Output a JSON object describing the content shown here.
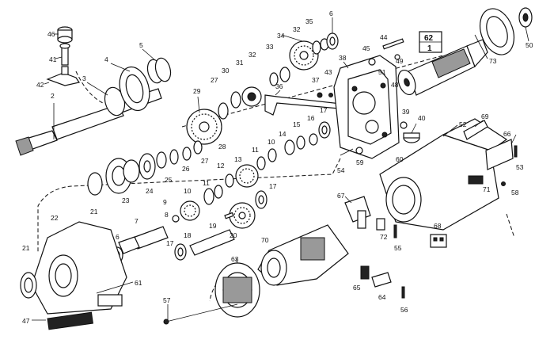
{
  "ref_box": {
    "top": "62",
    "bottom": "1"
  },
  "callouts": [
    {
      "id": "c46",
      "text": "46"
    },
    {
      "id": "c41",
      "text": "41"
    },
    {
      "id": "c42",
      "text": "42"
    },
    {
      "id": "c3",
      "text": "3"
    },
    {
      "id": "c2",
      "text": "2"
    },
    {
      "id": "c4",
      "text": "4"
    },
    {
      "id": "c5",
      "text": "5"
    },
    {
      "id": "c29",
      "text": "29"
    },
    {
      "id": "c27a",
      "text": "27"
    },
    {
      "id": "c30",
      "text": "30"
    },
    {
      "id": "c31",
      "text": "31"
    },
    {
      "id": "c32a",
      "text": "32"
    },
    {
      "id": "c33",
      "text": "33"
    },
    {
      "id": "c34",
      "text": "34"
    },
    {
      "id": "c32b",
      "text": "32"
    },
    {
      "id": "c35",
      "text": "35"
    },
    {
      "id": "c6a",
      "text": "6"
    },
    {
      "id": "c38",
      "text": "38"
    },
    {
      "id": "c36",
      "text": "36"
    },
    {
      "id": "c37",
      "text": "37"
    },
    {
      "id": "c44",
      "text": "44"
    },
    {
      "id": "c45",
      "text": "45"
    },
    {
      "id": "c49",
      "text": "49"
    },
    {
      "id": "c51",
      "text": "51"
    },
    {
      "id": "c48",
      "text": "48"
    },
    {
      "id": "c43",
      "text": "43"
    },
    {
      "id": "c73",
      "text": "73"
    },
    {
      "id": "c50",
      "text": "50"
    },
    {
      "id": "c39",
      "text": "39"
    },
    {
      "id": "c40",
      "text": "40"
    },
    {
      "id": "c17a",
      "text": "17"
    },
    {
      "id": "c16",
      "text": "16"
    },
    {
      "id": "c15",
      "text": "15"
    },
    {
      "id": "c14",
      "text": "14"
    },
    {
      "id": "c10a",
      "text": "10"
    },
    {
      "id": "c11a",
      "text": "11"
    },
    {
      "id": "c12",
      "text": "12"
    },
    {
      "id": "c13",
      "text": "13"
    },
    {
      "id": "c28",
      "text": "28"
    },
    {
      "id": "c27b",
      "text": "27"
    },
    {
      "id": "c26",
      "text": "26"
    },
    {
      "id": "c25",
      "text": "25"
    },
    {
      "id": "c24",
      "text": "24"
    },
    {
      "id": "c23",
      "text": "23"
    },
    {
      "id": "c21a",
      "text": "21"
    },
    {
      "id": "c22",
      "text": "22"
    },
    {
      "id": "c10b",
      "text": "10"
    },
    {
      "id": "c11b",
      "text": "11"
    },
    {
      "id": "c9",
      "text": "9"
    },
    {
      "id": "c17b",
      "text": "17"
    },
    {
      "id": "c8",
      "text": "8"
    },
    {
      "id": "c7",
      "text": "7"
    },
    {
      "id": "c19",
      "text": "19"
    },
    {
      "id": "c18",
      "text": "18"
    },
    {
      "id": "c20",
      "text": "20"
    },
    {
      "id": "c17c",
      "text": "17"
    },
    {
      "id": "c6b",
      "text": "6"
    },
    {
      "id": "c21b",
      "text": "21"
    },
    {
      "id": "c61",
      "text": "61"
    },
    {
      "id": "c47",
      "text": "47"
    },
    {
      "id": "c54",
      "text": "54"
    },
    {
      "id": "c59",
      "text": "59"
    },
    {
      "id": "c52",
      "text": "52"
    },
    {
      "id": "c69",
      "text": "69"
    },
    {
      "id": "c66",
      "text": "66"
    },
    {
      "id": "c60",
      "text": "60"
    },
    {
      "id": "c53",
      "text": "53"
    },
    {
      "id": "c71",
      "text": "71"
    },
    {
      "id": "c58",
      "text": "58"
    },
    {
      "id": "c67",
      "text": "67"
    },
    {
      "id": "c72",
      "text": "72"
    },
    {
      "id": "c55",
      "text": "55"
    },
    {
      "id": "c68",
      "text": "68"
    },
    {
      "id": "c70",
      "text": "70"
    },
    {
      "id": "c63",
      "text": "63"
    },
    {
      "id": "c65",
      "text": "65"
    },
    {
      "id": "c64",
      "text": "64"
    },
    {
      "id": "c56",
      "text": "56"
    },
    {
      "id": "c57",
      "text": "57"
    }
  ]
}
